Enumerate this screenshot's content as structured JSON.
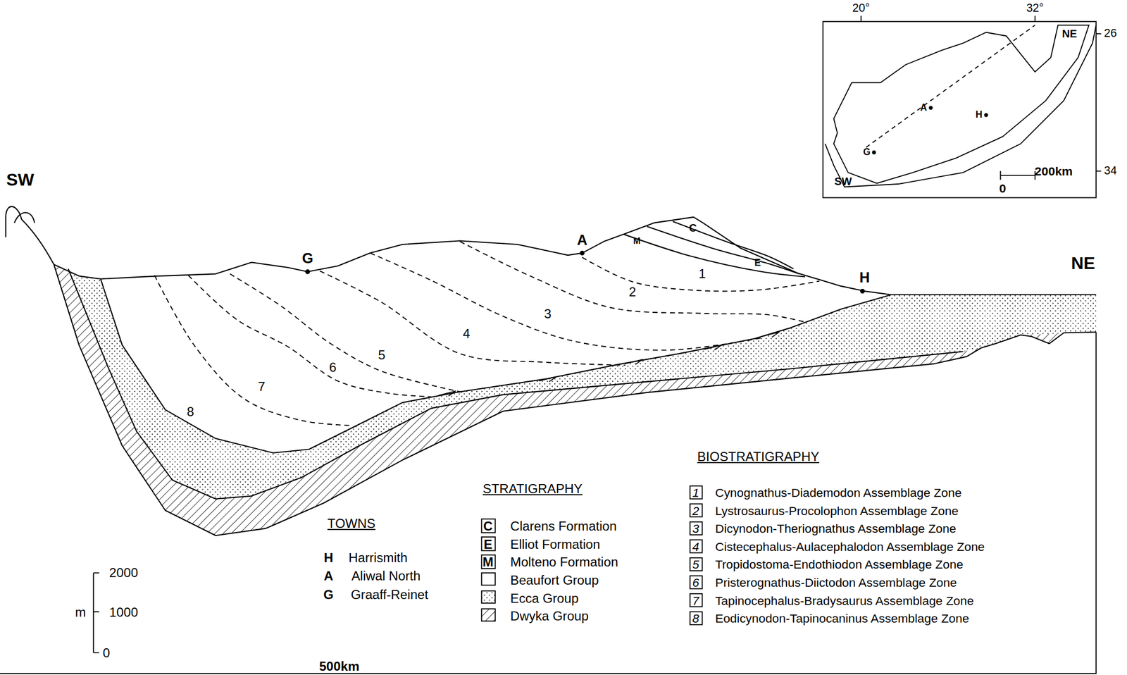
{
  "diagram": {
    "labels": [
      "SW",
      "NE",
      "G",
      "A",
      "H",
      "C",
      "M",
      "E",
      "1",
      "2",
      "3",
      "4",
      "5",
      "6",
      "7",
      "8",
      "20°",
      "32°",
      "26",
      "34",
      "NE",
      "SW",
      "H",
      "A",
      "G",
      "0",
      "200km",
      "2000",
      "m",
      "1000",
      "0",
      "500km",
      "TOWNS",
      "H",
      "Harrismith",
      "A",
      "Aliwal North",
      "G",
      "Graaff-Reinet",
      "STRATIGRAPHY",
      "C",
      "E",
      "M",
      "BIOSTRATIGRAPHY",
      "1",
      "2",
      "3",
      "4",
      "5",
      "6",
      "7",
      "8"
    ],
    "legend": [
      {
        "text": "Clarens Formation"
      },
      {
        "text": "Elliot Formation"
      },
      {
        "text": "Molteno Formation"
      },
      {
        "text": "Beaufort Group",
        "color": "#ffffff"
      },
      {
        "text": "Ecca Group"
      },
      {
        "text": "Dwyka Group"
      },
      {
        "text": "Cynognathus-Diademodon Assemblage Zone"
      },
      {
        "text": "Lystrosaurus-Procolophon Assemblage Zone"
      },
      {
        "text": "Dicynodon-Theriognathus Assemblage Zone"
      },
      {
        "text": "Cistecephalus-Aulacephalodon Assemblage Zone"
      },
      {
        "text": "Tropidostoma-Endothiodon Assemblage Zone"
      },
      {
        "text": "Pristerognathus-Diictodon Assemblage Zone"
      },
      {
        "text": "Tapinocephalus-Bradysaurus Assemblage Zone"
      },
      {
        "text": "Eodicynodon-Tapinocaninus Assemblage Zone"
      }
    ]
  }
}
